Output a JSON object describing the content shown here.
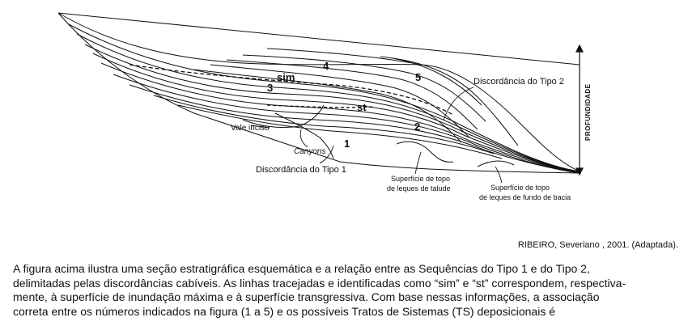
{
  "figure": {
    "sequence_numbers": [
      "1",
      "2",
      "3",
      "4",
      "5"
    ],
    "labels": {
      "sim": "sim",
      "st": "st",
      "discordancia_tipo2": "Discordância do Tipo 2",
      "discordancia_tipo1": "Discordância do Tipo 1",
      "vale_inciso": "Vale inciso",
      "canyons": "Canyons",
      "topo_talude_l1": "Superfície de topo",
      "topo_talude_l2": "de leques de talude",
      "topo_fundo_l1": "Superfície de topo",
      "topo_fundo_l2": "de leques de fundo de bacia",
      "profundidade": "PROFUNDIDADE"
    }
  },
  "credit": "RIBEIRO, Severiano , 2001. (Adaptada).",
  "paragraph_lines": [
    "A figura acima ilustra uma seção estratigráfica esquemática e a relação entre as Sequências do Tipo 1 e do Tipo 2,",
    "delimitadas pelas discordâncias cabíveis. As linhas tracejadas e identificadas como “sim” e “st” correspondem, respectiva-",
    "mente, à superfície de inundação máxima e à superfície transgressiva. Com base nessas informações, a associação",
    "correta entre os números indicados na figura (1 a 5) e os possíveis Tratos de Sistemas (TS) deposicionais é"
  ]
}
